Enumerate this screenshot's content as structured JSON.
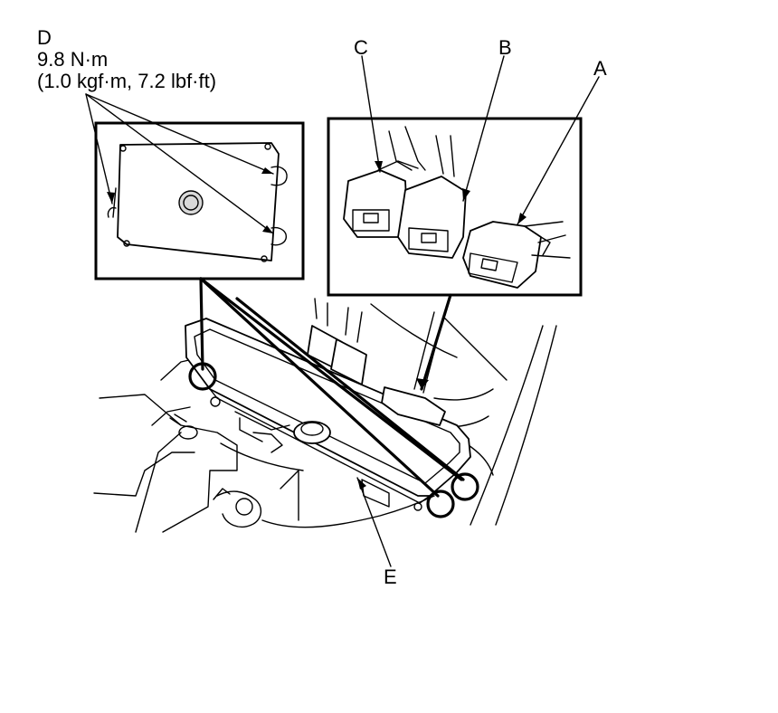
{
  "callouts": {
    "a": "A",
    "b": "B",
    "c": "C",
    "d": "D",
    "e": "E"
  },
  "torque": {
    "line1": "9.8 N·m",
    "line2": "(1.0 kgf·m, 7.2 lbf·ft)"
  },
  "colors": {
    "line": "#000000",
    "background": "#ffffff"
  }
}
